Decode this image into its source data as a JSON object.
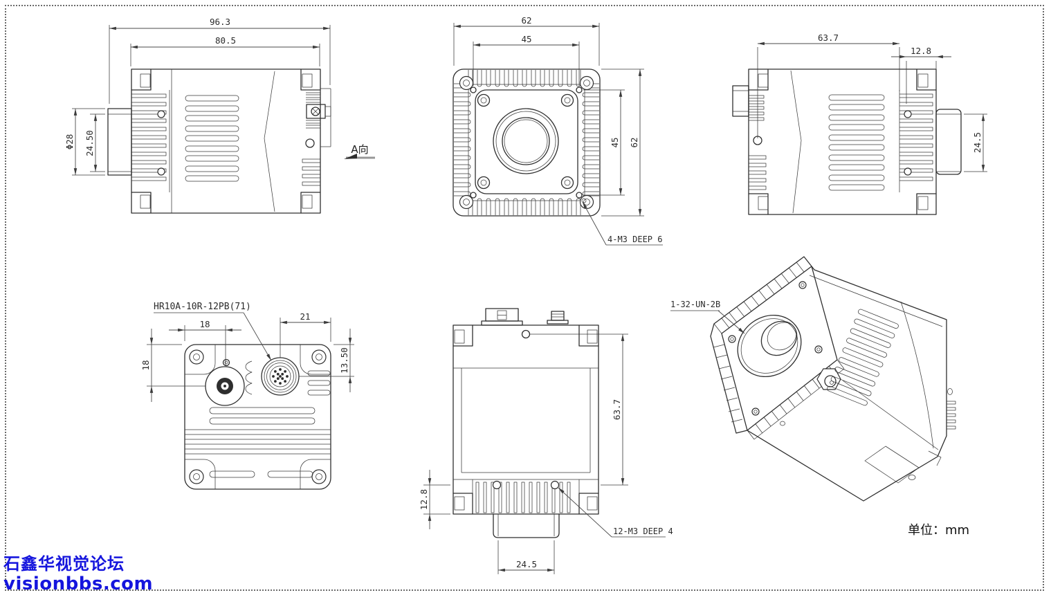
{
  "drawing": {
    "unit_note": "单位：mm",
    "watermark": {
      "line1": "石鑫华视觉论坛",
      "line2": "visionbbs.com"
    },
    "colors": {
      "line": "#2e2e2e",
      "dim": "#4a4a4a",
      "watermark": "#1515dd",
      "background": "#ffffff"
    }
  },
  "views": {
    "side_left": {
      "dim_total_width": "96.3",
      "dim_body_width": "80.5",
      "dim_lens_od": "Φ28",
      "dim_lens_face": "24.50",
      "view_arrow_label": "A向"
    },
    "front": {
      "dim_width": "62",
      "dim_mount_pitch_h": "45",
      "dim_mount_pitch_v": "45",
      "dim_height": "62",
      "screw_note": "4-M3 DEEP 6"
    },
    "side_right": {
      "dim_body_depth": "63.7",
      "dim_fin_depth": "12.8",
      "dim_lens_face": "24.5"
    },
    "rear": {
      "connector_label": "HR10A-10R-12PB(71)",
      "dim_coax_offset_h": "18",
      "dim_coax_offset_v": "18",
      "dim_conn_offset_h": "21",
      "dim_conn_offset_v": "13.50"
    },
    "bottom": {
      "dim_body_depth": "63.7",
      "dim_fin_depth": "12.8",
      "dim_mount_width": "24.5",
      "screw_note": "12-M3 DEEP 4"
    },
    "iso": {
      "thread_note": "1-32-UN-2B"
    }
  }
}
